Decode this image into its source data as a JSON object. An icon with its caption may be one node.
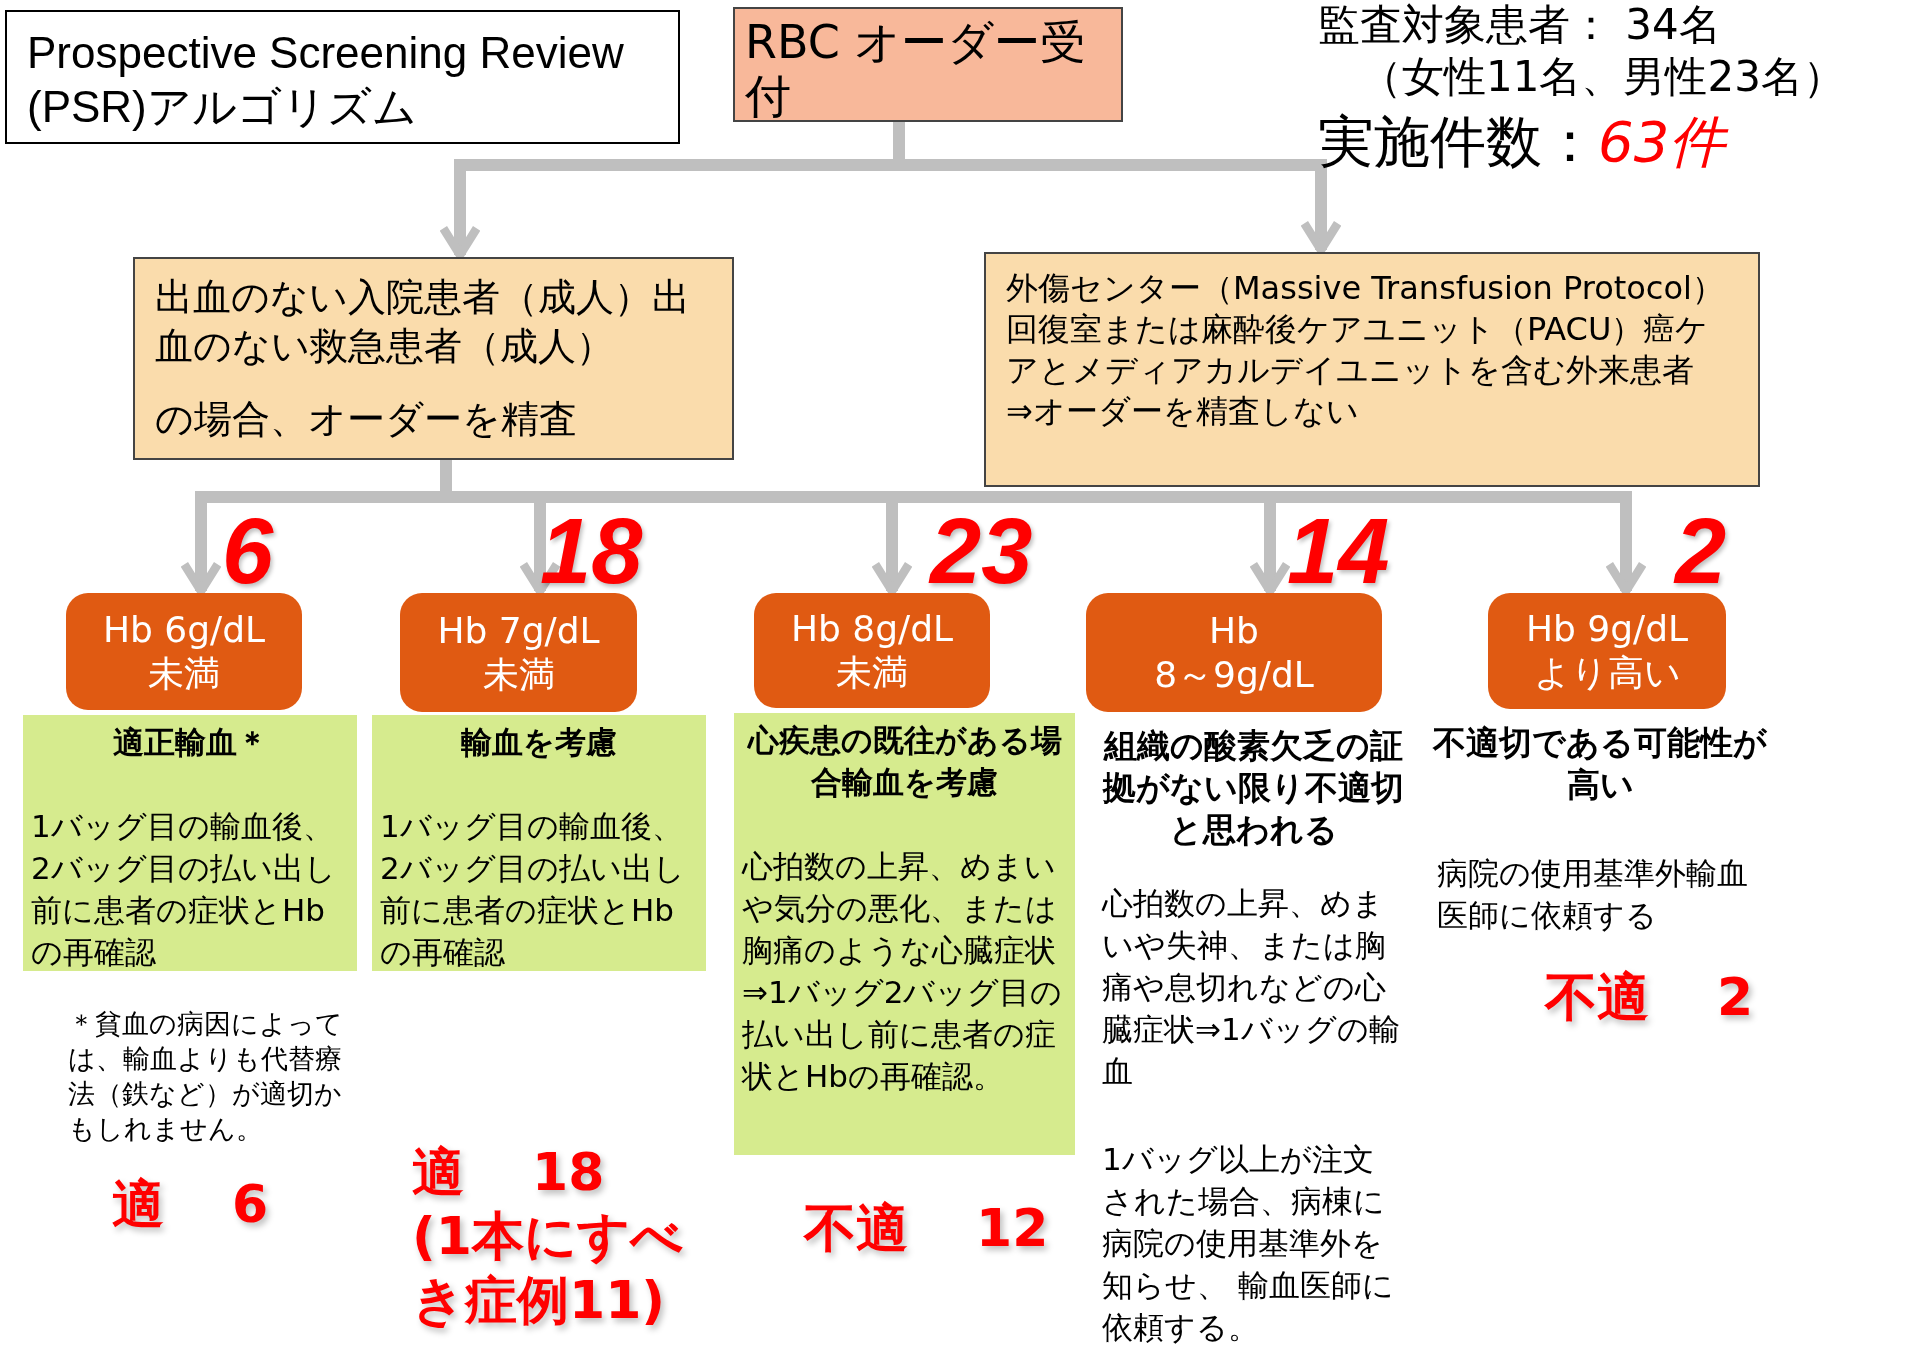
{
  "diagram": {
    "title": "Prospective Screening Review (PSR)アルゴリズム",
    "nodes": [
      {
        "text": [
          "RBC オーダー受付"
        ]
      },
      {
        "text": [
          "出血のない入院患者（成人）出血のない救急患者（成人）",
          "の場合、オーダーを精査"
        ]
      },
      {
        "text": [
          "外傷センター（Massive Transfusion Protocol）回復室または麻酔後ケアユニット（PACU）癌ケアとメディアカルデイユニットを含む外来患者",
          "⇒オーダーを精査しない"
        ]
      },
      {
        "text": [
          "Hb 6g/dL",
          "未満"
        ],
        "beside": [
          "6"
        ]
      },
      {
        "text": [
          "Hb 7g/dL",
          "未満"
        ],
        "beside": [
          "18"
        ]
      },
      {
        "text": [
          "Hb 8g/dL",
          "未満"
        ],
        "beside": [
          "23"
        ]
      },
      {
        "text": [
          "Hb",
          "8～9g/dL"
        ],
        "beside": [
          "14"
        ]
      },
      {
        "text": [
          "Hb 9g/dL",
          "より高い"
        ],
        "beside": [
          "2"
        ]
      },
      {
        "text": [
          "適正輸血＊",
          "1バッグ目の輸血後、2バッグ目の払い出し前に患者の症状とHbの再確認"
        ]
      },
      {
        "text": [
          "輸血を考慮",
          "1バッグ目の輸血後、2バッグ目の払い出し前に患者の症状とHbの再確認"
        ]
      },
      {
        "text": [
          "心疾患の既往がある場合輸血を考慮",
          "心拍数の上昇、めまいや気分の悪化、または胸痛のような心臓症状⇒1バッグ2バッグ目の払い出し前に患者の症状とHbの再確認。"
        ]
      }
    ],
    "edges": [
      {
        "from": 0,
        "to": 1,
        "arrow": "to"
      },
      {
        "from": 0,
        "to": 2,
        "arrow": "to"
      },
      {
        "from": 1,
        "to": 3,
        "arrow": "to"
      },
      {
        "from": 1,
        "to": 4,
        "arrow": "to"
      },
      {
        "from": 1,
        "to": 5,
        "arrow": "to"
      },
      {
        "from": 1,
        "to": 6,
        "arrow": "to"
      },
      {
        "from": 1,
        "to": 7,
        "arrow": "to"
      }
    ],
    "labels": [
      "監査対象患者： 34名",
      "（女性11名、男性23名）",
      "実施件数：*63件*",
      "＊貧血の病因によっては、輸血よりも代替療法（鉄など）が適切かもしれません。",
      "適 6",
      "適 18 (1本にすべき症例11)",
      "不適 12",
      "組織の酸素欠乏の証拠がない限り不適切と思われる",
      "心拍数の上昇、めまいや失神、または胸痛や息切れなどの心臓症状⇒1バッグの輸血",
      "1バッグ以上が注文された場合、病棟に病院の使用基準外を知らせ、 輸血医師に依頼する。",
      "不適切である可能性が高い",
      "病院の使用基準外輸血医師に依頼する",
      "不適 2"
    ]
  }
}
